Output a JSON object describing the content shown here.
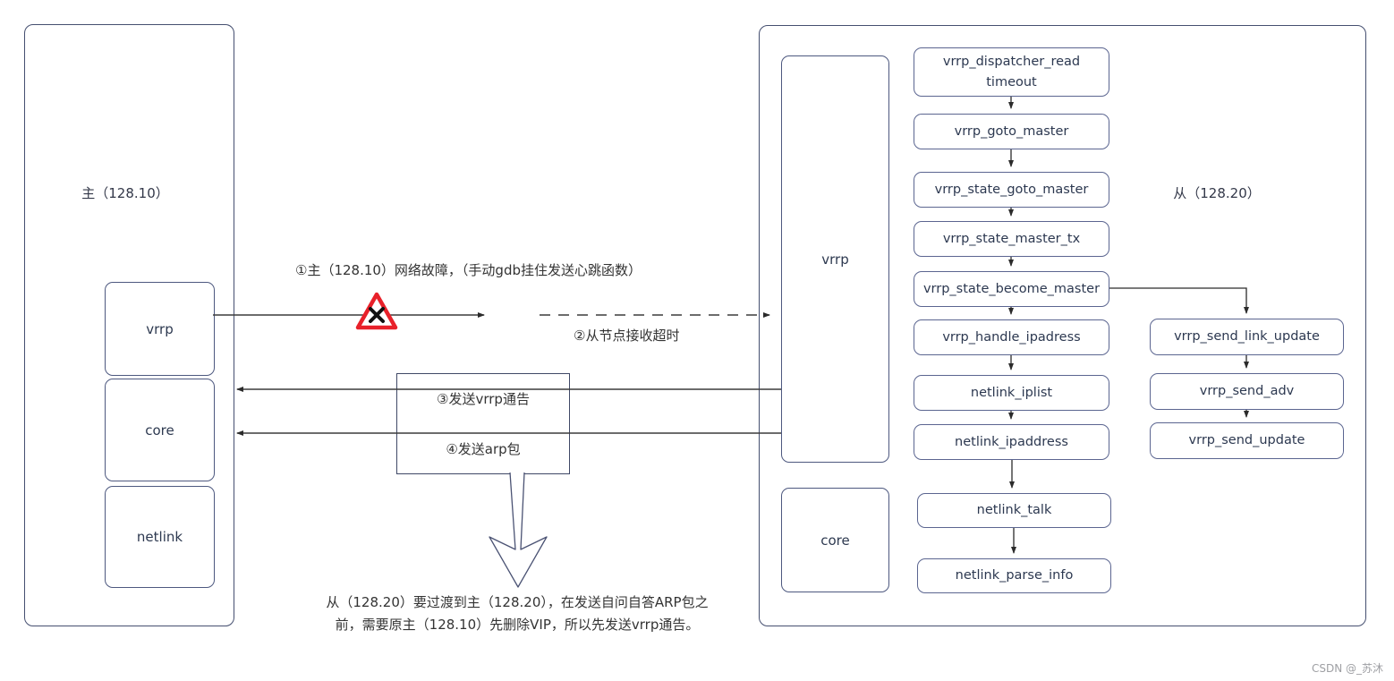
{
  "master": {
    "label": "主（128.10）",
    "modules": [
      "vrrp",
      "core",
      "netlink"
    ]
  },
  "slave": {
    "label": "从（128.20）",
    "modules": [
      "vrrp",
      "core"
    ]
  },
  "flow_main": [
    "vrrp_dispatcher_read timeout",
    "vrrp_goto_master",
    "vrrp_state_goto_master",
    "vrrp_state_master_tx",
    "vrrp_state_become_master",
    "vrrp_handle_ipadress",
    "netlink_iplist",
    "netlink_ipaddress",
    "netlink_talk",
    "netlink_parse_info"
  ],
  "flow_send": [
    "vrrp_send_link_update",
    "vrrp_send_adv",
    "vrrp_send_update"
  ],
  "annotations": {
    "step1": "①主（128.10）网络故障，（手动gdb挂住发送心跳函数）",
    "step2": "②从节点接收超时",
    "step3": "③发送vrrp通告",
    "step4": "④发送arp包",
    "note_line1": "从（128.20）要过渡到主（128.20），在发送自问自答ARP包之",
    "note_line2": "前，需要原主（128.10）先删除VIP，所以先发送vrrp通告。"
  },
  "watermark": "CSDN @_苏沐",
  "colors": {
    "box_border": "#4d587f",
    "outer_border": "#454f70",
    "line": "#3c3c3c",
    "alert_red": "#e8212a",
    "text": "#2d3950",
    "watermark": "#9e9fa3"
  }
}
